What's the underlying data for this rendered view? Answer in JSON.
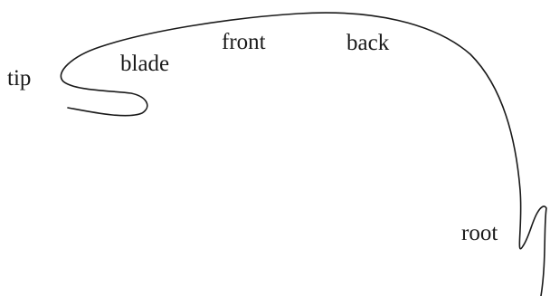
{
  "diagram": {
    "labels": {
      "tip": "tip",
      "blade": "blade",
      "front": "front",
      "back": "back",
      "root": "root"
    },
    "colors": {
      "line": "#1a1a1a",
      "text": "#1a1a1a",
      "background": "#ffffff"
    }
  }
}
